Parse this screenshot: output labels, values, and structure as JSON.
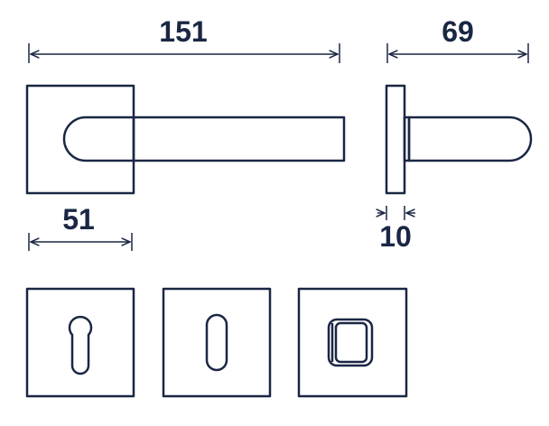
{
  "colors": {
    "ink": "#1a2744",
    "background": "#ffffff"
  },
  "dimensions": {
    "lever_length": "151",
    "lever_projection": "69",
    "rose_width": "51",
    "rose_thickness": "10"
  },
  "escutcheons": [
    {
      "name": "profile-cylinder-keyhole",
      "icon": "euro-cylinder-icon"
    },
    {
      "name": "oval-keyhole",
      "icon": "oval-key-icon"
    },
    {
      "name": "thumbturn",
      "icon": "thumbturn-icon"
    }
  ]
}
